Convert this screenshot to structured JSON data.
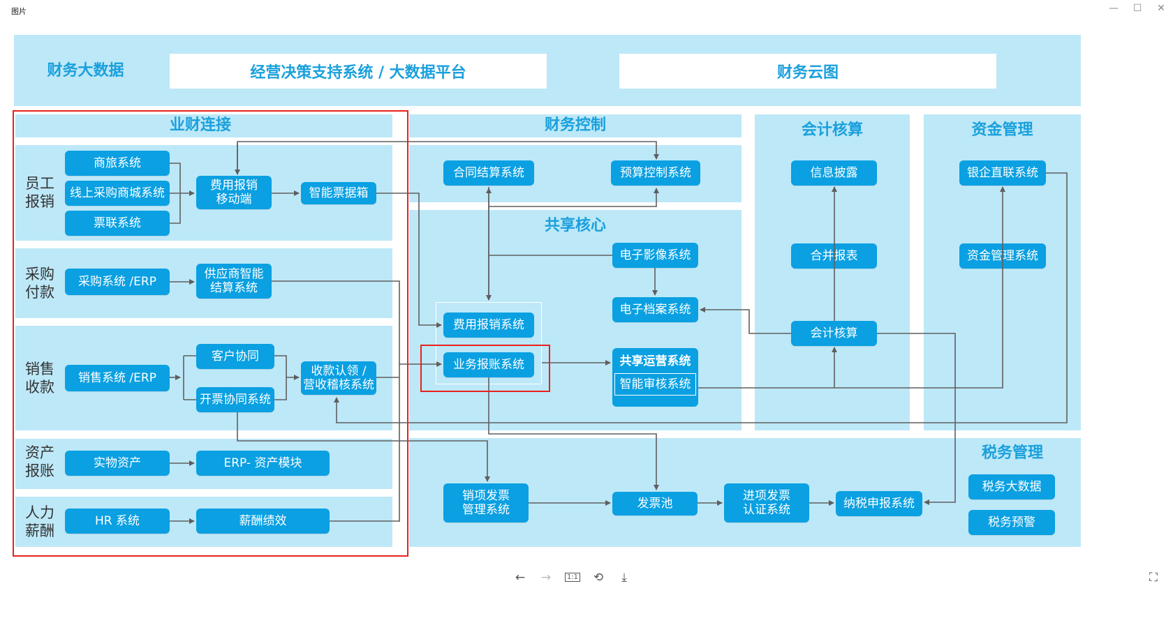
{
  "window": {
    "title": "图片",
    "controls": {
      "minimize": "—",
      "maximize": "☐",
      "close": "✕"
    }
  },
  "top_band": {
    "label": "财务大数据",
    "box1": "经营决策支持系统 / 大数据平台",
    "box2": "财务云图"
  },
  "business_finance": {
    "title": "业财连接",
    "rows": [
      {
        "label": "员工\n报销",
        "nodes": [
          "商旅系统",
          "线上采购商城系统",
          "票联系统",
          "费用报销\n移动端",
          "智能票据箱"
        ]
      },
      {
        "label": "采购\n付款",
        "nodes": [
          "采购系统 /ERP",
          "供应商智能\n结算系统"
        ]
      },
      {
        "label": "销售\n收款",
        "nodes": [
          "销售系统 /ERP",
          "客户协同",
          "开票协同系统",
          "收款认领 /\n营收稽核系统"
        ]
      },
      {
        "label": "资产\n报账",
        "nodes": [
          "实物资产",
          "ERP- 资产模块"
        ]
      },
      {
        "label": "人力\n薪酬",
        "nodes": [
          "HR 系统",
          "薪酬绩效"
        ]
      }
    ]
  },
  "finance_control": {
    "title": "财务控制",
    "nodes": [
      "合同结算系统",
      "预算控制系统"
    ]
  },
  "shared_core": {
    "title": "共享核心",
    "nodes": [
      "电子影像系统",
      "电子档案系统",
      "费用报销系统",
      "业务报账系统",
      "共享运营系统",
      "智能审核系统"
    ]
  },
  "accounting": {
    "title": "会计核算",
    "nodes": [
      "信息披露",
      "合并报表",
      "会计核算"
    ]
  },
  "fund_management": {
    "title": "资金管理",
    "nodes": [
      "银企直联系统",
      "资金管理系统"
    ]
  },
  "tax_management": {
    "title": "税务管理",
    "nodes": [
      "销项发票\n管理系统",
      "发票池",
      "进项发票\n认证系统",
      "纳税申报系统",
      "税务大数据",
      "税务预警"
    ]
  },
  "viewer_toolbar": {
    "prev": "←",
    "next": "→",
    "actual_size": "1:1",
    "rotate": "⟲",
    "download": "⤓",
    "fullscreen": "⛶"
  },
  "colors": {
    "band": "#bde8f8",
    "node": "#0aa0e2",
    "title": "#1aa0dc",
    "highlight": "#e8221c",
    "wire": "#5f5f5f"
  }
}
